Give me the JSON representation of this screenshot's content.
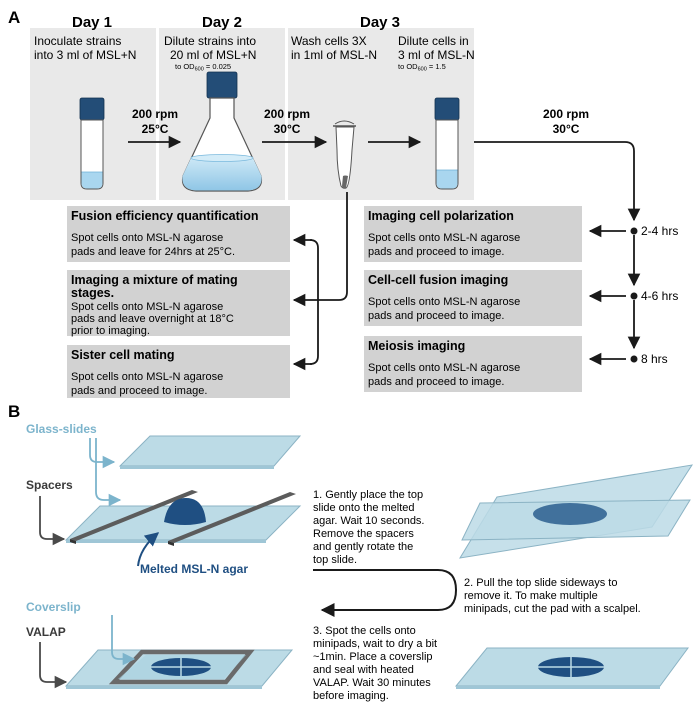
{
  "panel_a": {
    "label": "A",
    "days": [
      "Day 1",
      "Day 2",
      "Day 3"
    ],
    "steps": {
      "day1": [
        "Inoculate strains",
        "into 3 ml of  MSL+N"
      ],
      "day2": [
        "Dilute strains into",
        "20 ml of  MSL+N",
        "to OD",
        "600",
        " = 0.025"
      ],
      "day3_wash": [
        "Wash cells 3X",
        "in 1ml of MSL-N"
      ],
      "day3_dilute": [
        "Dilute cells in",
        "3 ml of  MSL-N",
        "to OD",
        "600",
        " = 1.5"
      ]
    },
    "conditions": {
      "c1": [
        "200 rpm",
        "25°C"
      ],
      "c2": [
        "200 rpm",
        "30°C"
      ],
      "c3": [
        "200 rpm",
        "30°C"
      ]
    },
    "left_boxes": [
      {
        "title": "Fusion efficiency quantification",
        "lines": [
          "Spot cells onto MSL-N  agarose",
          "pads and leave for 24hrs at 25°C."
        ]
      },
      {
        "title": [
          "Imaging a mixture of mating",
          "stages."
        ],
        "lines": [
          "Spot cells onto MSL-N  agarose",
          "pads and leave overnight at 18°C",
          "prior to imaging."
        ]
      },
      {
        "title": "Sister cell mating",
        "lines": [
          "Spot cells onto MSL-N  agarose",
          "pads and proceed to image."
        ]
      }
    ],
    "right_boxes": [
      {
        "title": "Imaging cell polarization",
        "lines": [
          "Spot cells onto MSL-N  agarose",
          "pads and proceed to image."
        ]
      },
      {
        "title": "Cell-cell fusion imaging",
        "lines": [
          "Spot cells onto MSL-N  agarose",
          "pads and proceed to image."
        ]
      },
      {
        "title": "Meiosis imaging",
        "lines": [
          "Spot cells onto MSL-N  agarose",
          "pads and proceed to image."
        ]
      }
    ],
    "timepoints": [
      "2-4 hrs",
      "4-6 hrs",
      "8 hrs"
    ]
  },
  "panel_b": {
    "label": "B",
    "labels": {
      "glass_slides": "Glass-slides",
      "spacers": "Spacers",
      "agar": "Melted MSL-N agar",
      "coverslip": "Coverslip",
      "valap": "VALAP"
    },
    "step1": [
      "1. Gently place the top",
      "slide onto the melted",
      "agar. Wait 10 seconds.",
      "Remove  the  spacers",
      "and   gently  rotate  the",
      "top slide."
    ],
    "step2": [
      "2. Pull the top slide sideways to",
      "remove  it.  To  make  multiple",
      "minipads, cut the pad with a scalpel."
    ],
    "step3": [
      "3.  Spot  the  cells  onto",
      "minipads, wait to dry a bit",
      "~1min.  Place  a  coverslip",
      "and   seal   with   heated",
      "VALAP.  Wait  30  minutes",
      "before imaging."
    ]
  },
  "colors": {
    "panel_bg": "#e9e9e9",
    "box_bg": "#d2d2d2",
    "cap": "#234d77",
    "light_blue": "#a9d6ef",
    "slide": "#bcdbe6",
    "agar": "#1f4f82",
    "teal_label": "#7cb4cc",
    "spacer": "#5c5c5c"
  }
}
